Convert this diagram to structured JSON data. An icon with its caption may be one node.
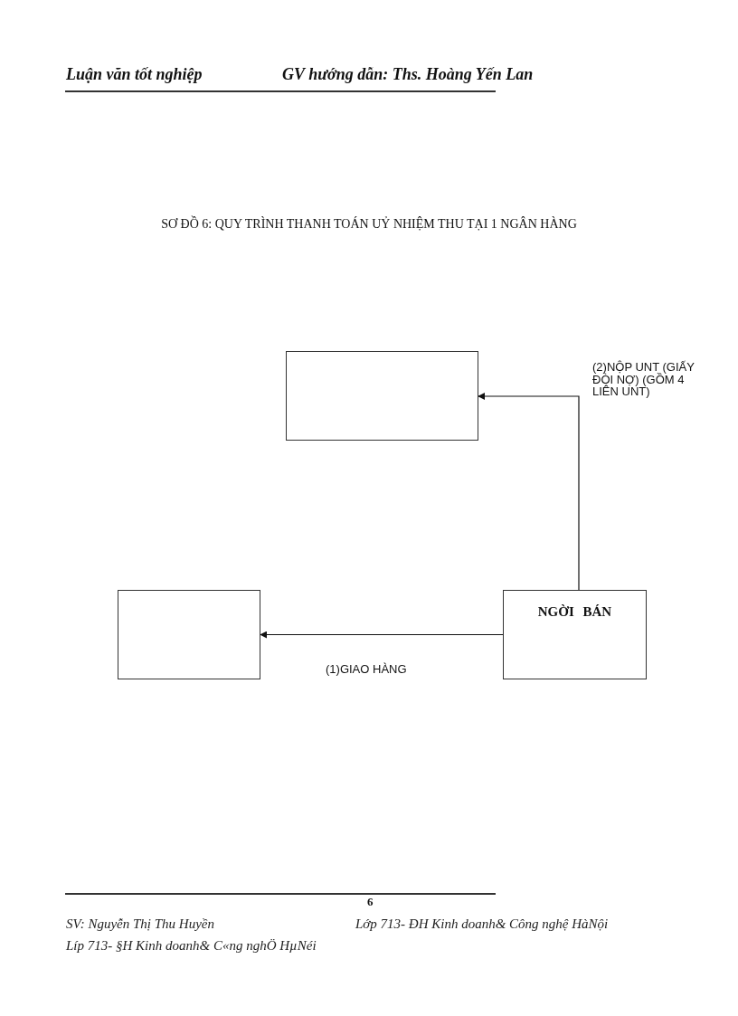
{
  "diagram": {
    "title": "SƠ ĐỒ 6: QUY TRÌNH THANH TOÁN UỶ NHIỆM THU TẠI 1 NGÂN HÀNG",
    "nodes": [
      {
        "text": [],
        "shape": "box"
      },
      {
        "text": [],
        "shape": "box"
      },
      {
        "text": [
          "NGỜI BÁN"
        ]
      }
    ],
    "edges": [
      {
        "from": 2,
        "to": 0,
        "arrow": "to",
        "label": "(2)NỘP UNT (GIẤY ĐÒI NỢ) (GỒM 4 LIÊN UNT)"
      },
      {
        "from": 2,
        "to": 1,
        "arrow": "to",
        "label": "(1)GIAO HÀNG"
      }
    ],
    "labels": [
      "Luận văn tốt nghiệp",
      "GV hướng dẫn: Ths. Hoàng Yến Lan",
      "6",
      "SV: Nguyễn Thị Thu Huyền",
      "Lớp 713- ĐH Kinh doanh& Công nghệ HàNội",
      "Líp 713- §H Kinh doanh& C«ng nghÖ HµNéi"
    ]
  }
}
